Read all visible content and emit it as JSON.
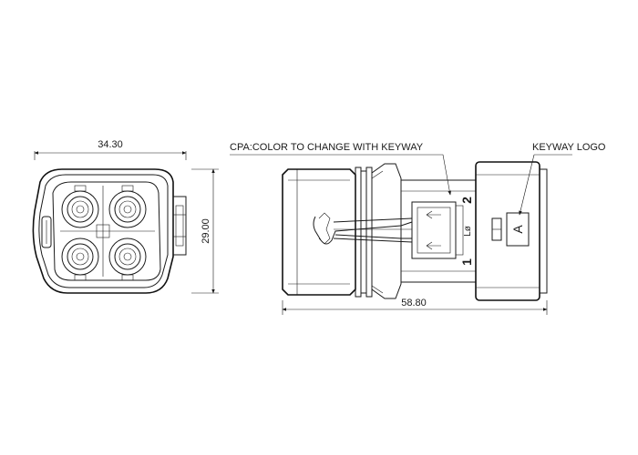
{
  "dimensions": {
    "width": "34.30",
    "height": "29.00",
    "length": "58.80"
  },
  "callouts": {
    "cpa": "CPA:COLOR TO CHANGE WITH KEYWAY",
    "keyway_logo": "KEYWAY LOGO"
  },
  "markings": {
    "pin_1": "1",
    "pin_2": "2",
    "keyway_letter": "A",
    "logo_glyph": "Lø"
  }
}
